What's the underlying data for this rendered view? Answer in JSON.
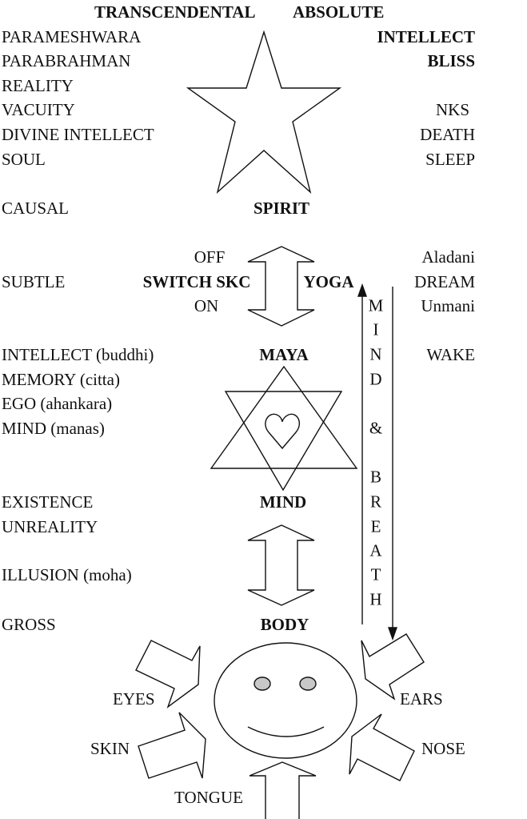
{
  "header": {
    "transcendental": "TRANSCENDENTAL",
    "absolute": "ABSOLUTE"
  },
  "left_column": [
    "PARAMESHWARA",
    "PARABRAHMAN",
    "REALITY",
    "VACUITY",
    "DIVINE INTELLECT",
    "SOUL",
    "CAUSAL",
    "SUBTLE",
    "INTELLECT (buddhi)",
    "MEMORY (citta)",
    "EGO (ahankara)",
    "MIND (manas)",
    "EXISTENCE",
    "UNREALITY",
    "ILLUSION (moha)",
    "GROSS"
  ],
  "right_column": [
    "INTELLECT",
    "BLISS",
    "NKS",
    "DEATH",
    "SLEEP",
    "Aladani",
    "DREAM",
    "Unmani",
    "WAKE"
  ],
  "center": {
    "spirit": "SPIRIT",
    "off": "OFF",
    "switch": "SWITCH SKC",
    "on": "ON",
    "yoga": "YOGA",
    "maya": "MAYA",
    "mind": "MIND",
    "body": "BODY"
  },
  "vertical_label": [
    "M",
    "I",
    "N",
    "D",
    "&",
    "B",
    "R",
    "E",
    "A",
    "T",
    "H"
  ],
  "senses": {
    "eyes": "EYES",
    "ears": "EARS",
    "skin": "SKIN",
    "nose": "NOSE",
    "tongue": "TONGUE"
  },
  "colors": {
    "eye_fill": "#c8c8c8"
  }
}
